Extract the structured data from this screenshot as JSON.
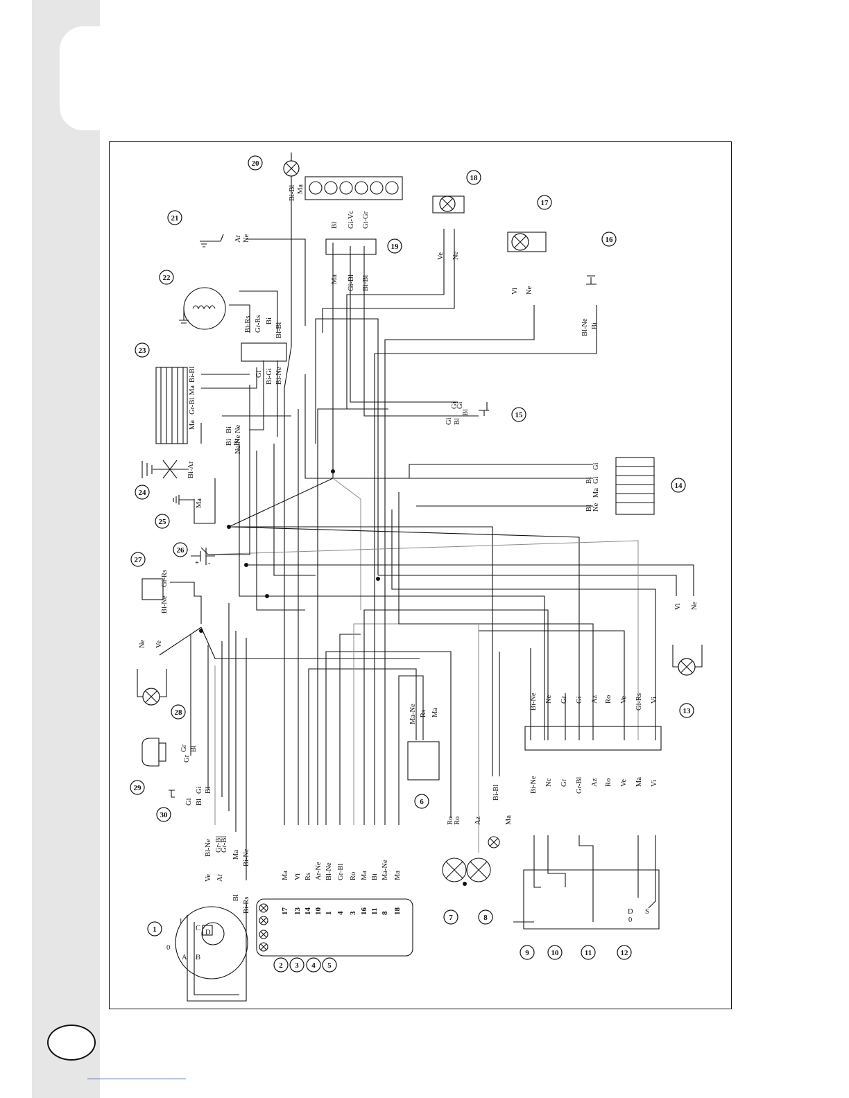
{
  "callouts": [
    "1",
    "2",
    "3",
    "4",
    "5",
    "6",
    "7",
    "8",
    "9",
    "10",
    "11",
    "12",
    "13",
    "14",
    "15",
    "16",
    "17",
    "18",
    "19",
    "20",
    "21",
    "22",
    "23",
    "24",
    "25",
    "26",
    "27",
    "28",
    "29",
    "30"
  ],
  "switch_positions": [
    "A",
    "B",
    "C",
    "D",
    "0",
    "1"
  ],
  "connector_top": {
    "wire_colors": [
      "Ma",
      "Vi",
      "Rs",
      "Ar-Ne",
      "Bl-Ne",
      "Gr-Bl",
      "Ro",
      "Ma",
      "Bi",
      "Ma-Ne",
      "Ma"
    ],
    "pins": [
      "17",
      "13",
      "14",
      "10",
      "1",
      "4",
      "3",
      "16",
      "11",
      "8",
      "18"
    ]
  },
  "ignition_wires": [
    "Ve",
    "Ar",
    "Bl",
    "Bi-Rs",
    "Bl-Ne",
    "Gr-Bl",
    "Gr-Bl",
    "Ma",
    "Bi-Ne"
  ],
  "horn_wires": [
    "Gi",
    "Bl",
    "Gi",
    "Bl"
  ],
  "unit_29_wires": [
    "Gr",
    "Bl",
    "Gr"
  ],
  "unit_6_wires": [
    "Ma-Ne",
    "Rs",
    "Ma"
  ],
  "units_7_8_wires": [
    "Ro",
    "Ro",
    "Az",
    "Bi-Bl",
    "Ma"
  ],
  "switch_block_left": [
    "Bi-Ne",
    "Nc",
    "Gr",
    "Gr-Bl",
    "Az",
    "Ro",
    "Ve",
    "Ma",
    "Vi"
  ],
  "switch_block_right": [
    "Bi-Ne",
    "Ne",
    "Gr",
    "Gi",
    "Az",
    "Ro",
    "Ve",
    "Gi-Rs",
    "Vi"
  ],
  "switch_12_positions": [
    "D",
    "0",
    "S"
  ],
  "lamp_13_wires": [
    "Vi",
    "Ne"
  ],
  "lamp_28_wires": [
    "Ne",
    "Ve"
  ],
  "unit_27_wires": [
    "Bl-Ne",
    "Gi-Rs"
  ],
  "battery_26_signs": [
    "+",
    "-"
  ],
  "ground_25_wire": "Ma",
  "unit_24_wire": "Bi-Ar",
  "regulator_23_wires": [
    "Ma",
    "Gr-Bl",
    "Ma",
    "Bi-Bl"
  ],
  "regulator_23_lower": [
    "Bi",
    "Bi",
    "Bi",
    "Ne",
    "Ne",
    "Ne"
  ],
  "connector_22_left": [
    "Gi",
    "Bi-Gi",
    "Bi-Ne"
  ],
  "connector_22_right": [
    "Bi-Rs",
    "Gr-Rs",
    "Bi",
    "Bi-Bl"
  ],
  "unit_21_wires": [
    "Ar",
    "Ne"
  ],
  "lamp_20_wires": [
    "Bi-Bl",
    "Ma"
  ],
  "cluster_19_left": [
    "Ma",
    "Gi-Bl",
    "Bi-Bl"
  ],
  "cluster_19_right": [
    "Bl",
    "Gi-Vc",
    "Gi-Gr"
  ],
  "lamp_18_wires": [
    "Ve",
    "Ne"
  ],
  "lamp_17_wires": [
    "Vi",
    "Ne"
  ],
  "unit_16_wires": [
    "Bl-Ne",
    "Bi"
  ],
  "switch_15_wires": [
    "Gi",
    "Gi",
    "Gi",
    "Bl",
    "Bl"
  ],
  "unit_14_wires": [
    "Gi",
    "Bi",
    "Gi",
    "Ma",
    "Bl",
    "Ne"
  ]
}
